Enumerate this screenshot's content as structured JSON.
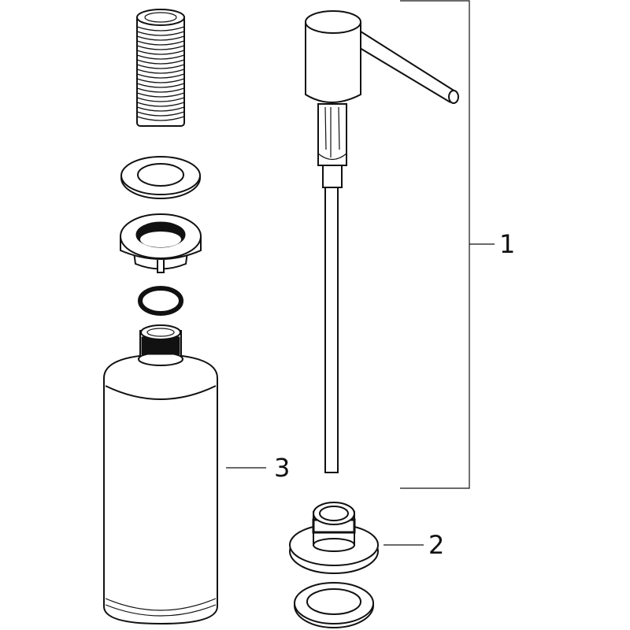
{
  "diagram": {
    "type": "exploded-parts-diagram",
    "subject": "soap dispenser assembly",
    "callouts": [
      {
        "id": "1",
        "label": "1",
        "target": "pump-head-with-spout-and-tube"
      },
      {
        "id": "2",
        "label": "2",
        "target": "mounting-flange-with-washer"
      },
      {
        "id": "3",
        "label": "3",
        "target": "bottle"
      }
    ],
    "parts": [
      "threaded-sleeve",
      "flat-washer-top",
      "mounting-nut",
      "o-ring",
      "bottle",
      "pump-head",
      "spout",
      "pump-tube",
      "mounting-flange",
      "flat-washer-bottom"
    ],
    "colors": {
      "line": "#111111",
      "background": "#ffffff"
    }
  }
}
